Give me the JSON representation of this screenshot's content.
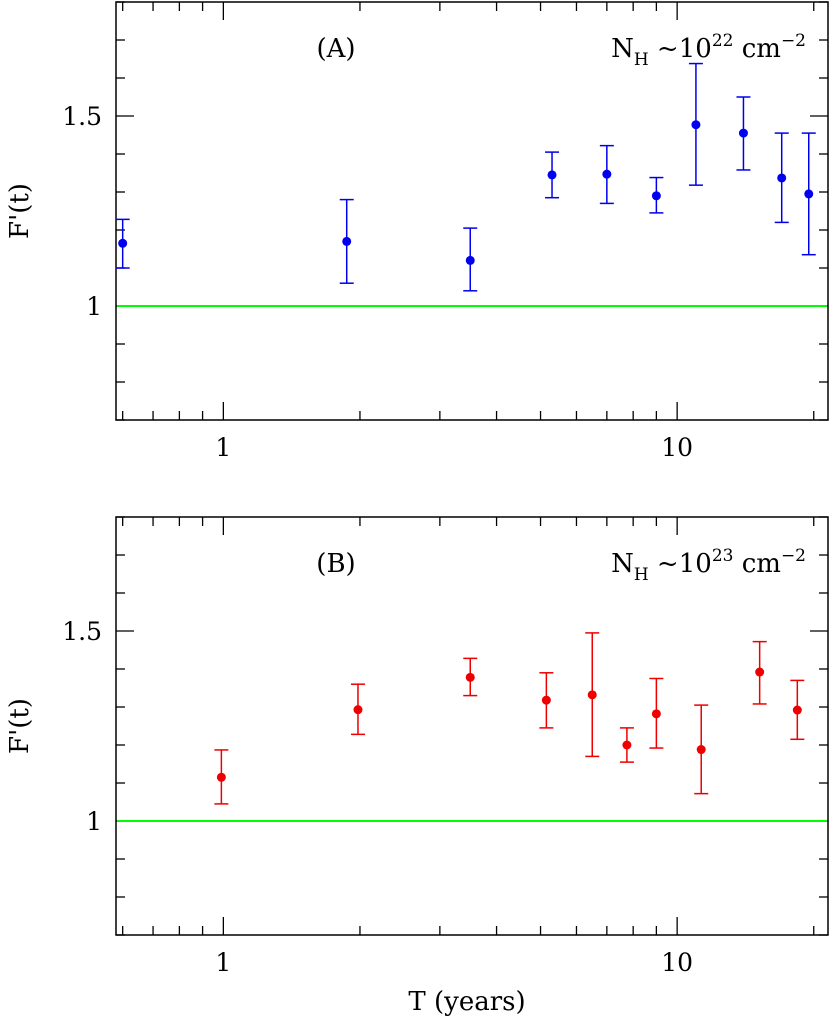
{
  "chart_data": [
    {
      "type": "scatter",
      "panel_label": "(A)",
      "annotation": {
        "prefix": "N",
        "sub": "H",
        "middle": " ~10",
        "sup": "22",
        "unit": " cm",
        "unit_sup": "−2"
      },
      "xlabel": "",
      "ylabel": "F'(t)",
      "xscale": "log",
      "xlim": [
        0.58,
        21.5
      ],
      "ylim": [
        0.7,
        1.8
      ],
      "x_ticklabels": [
        "1",
        "10"
      ],
      "y_ticklabels": [
        "1",
        "1.5"
      ],
      "reference_line": {
        "y": 1.0,
        "color": "#00ff00"
      },
      "series": [
        {
          "color": "#0000ee",
          "points": [
            {
              "x": 0.6,
              "y": 1.165,
              "ylo": 1.1,
              "yhi": 1.228
            },
            {
              "x": 1.87,
              "y": 1.17,
              "ylo": 1.06,
              "yhi": 1.28
            },
            {
              "x": 3.5,
              "y": 1.12,
              "ylo": 1.04,
              "yhi": 1.205
            },
            {
              "x": 5.3,
              "y": 1.345,
              "ylo": 1.285,
              "yhi": 1.405
            },
            {
              "x": 7.0,
              "y": 1.347,
              "ylo": 1.27,
              "yhi": 1.422
            },
            {
              "x": 9.0,
              "y": 1.29,
              "ylo": 1.245,
              "yhi": 1.338
            },
            {
              "x": 11.0,
              "y": 1.477,
              "ylo": 1.318,
              "yhi": 1.638
            },
            {
              "x": 14.0,
              "y": 1.455,
              "ylo": 1.358,
              "yhi": 1.55
            },
            {
              "x": 17.0,
              "y": 1.337,
              "ylo": 1.22,
              "yhi": 1.455
            },
            {
              "x": 19.5,
              "y": 1.295,
              "ylo": 1.135,
              "yhi": 1.455
            }
          ]
        }
      ]
    },
    {
      "type": "scatter",
      "panel_label": "(B)",
      "annotation": {
        "prefix": "N",
        "sub": "H",
        "middle": " ~10",
        "sup": "23",
        "unit": " cm",
        "unit_sup": "−2"
      },
      "xlabel": "T (years)",
      "ylabel": "F'(t)",
      "xscale": "log",
      "xlim": [
        0.58,
        21.5
      ],
      "ylim": [
        0.7,
        1.8
      ],
      "x_ticklabels": [
        "1",
        "10"
      ],
      "y_ticklabels": [
        "1",
        "1.5"
      ],
      "reference_line": {
        "y": 1.0,
        "color": "#00ff00"
      },
      "series": [
        {
          "color": "#ee0000",
          "points": [
            {
              "x": 0.99,
              "y": 1.115,
              "ylo": 1.045,
              "yhi": 1.187
            },
            {
              "x": 1.98,
              "y": 1.293,
              "ylo": 1.228,
              "yhi": 1.36
            },
            {
              "x": 3.5,
              "y": 1.378,
              "ylo": 1.33,
              "yhi": 1.428
            },
            {
              "x": 5.15,
              "y": 1.318,
              "ylo": 1.245,
              "yhi": 1.39
            },
            {
              "x": 6.5,
              "y": 1.332,
              "ylo": 1.17,
              "yhi": 1.495
            },
            {
              "x": 7.75,
              "y": 1.2,
              "ylo": 1.155,
              "yhi": 1.245
            },
            {
              "x": 9.0,
              "y": 1.282,
              "ylo": 1.192,
              "yhi": 1.375
            },
            {
              "x": 11.3,
              "y": 1.188,
              "ylo": 1.072,
              "yhi": 1.305
            },
            {
              "x": 15.2,
              "y": 1.392,
              "ylo": 1.308,
              "yhi": 1.472
            },
            {
              "x": 18.4,
              "y": 1.292,
              "ylo": 1.215,
              "yhi": 1.37
            }
          ]
        }
      ]
    }
  ]
}
